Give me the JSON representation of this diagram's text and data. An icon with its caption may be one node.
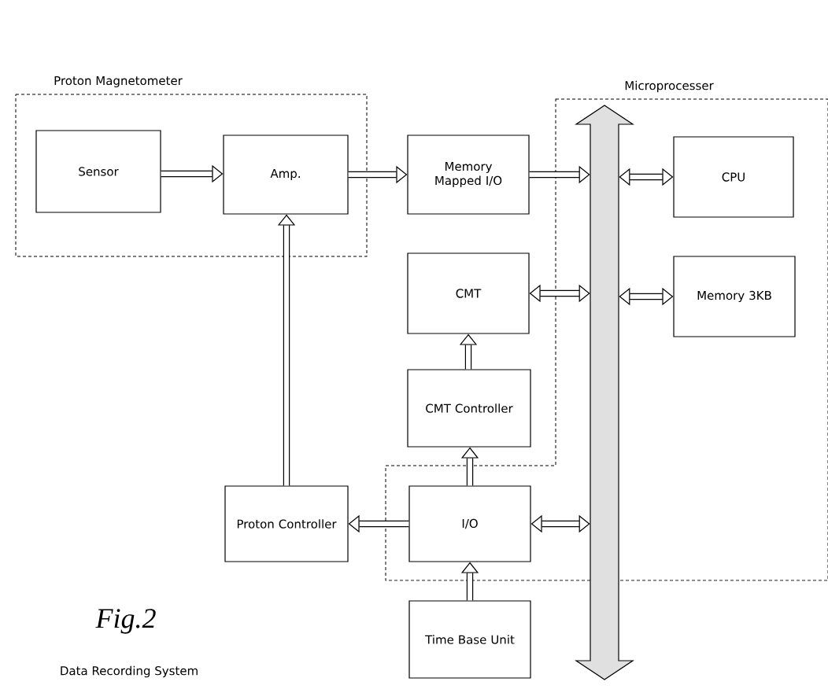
{
  "diagram": {
    "nodes": [
      {
        "text": [
          "Proton Magnetometer"
        ]
      },
      {
        "text": [
          "Sensor"
        ],
        "in": 0
      },
      {
        "text": [
          "Amp."
        ],
        "in": 0
      },
      {
        "text": [
          "Memory Mapped I/O"
        ]
      },
      {
        "text": [
          "Microprocesser"
        ]
      },
      {
        "text": [],
        "shape": "bar"
      },
      {
        "text": [
          "CPU"
        ],
        "in": 4
      },
      {
        "text": [
          "Memory 3KB"
        ],
        "in": 4
      },
      {
        "text": [
          "CMT"
        ]
      },
      {
        "text": [
          "CMT Controller"
        ]
      },
      {
        "text": [
          "Proton Controller"
        ]
      },
      {
        "text": [
          "I/O"
        ],
        "in": 4
      },
      {
        "text": [
          "Time Base Unit"
        ]
      }
    ],
    "edges": [
      {
        "from": 1,
        "to": 2,
        "arrow": "to"
      },
      {
        "from": 2,
        "to": 3,
        "arrow": "to"
      },
      {
        "from": 3,
        "to": 5,
        "arrow": "to"
      },
      {
        "from": 5,
        "to": 6,
        "arrow": "both"
      },
      {
        "from": 5,
        "to": 7,
        "arrow": "both"
      },
      {
        "from": 8,
        "to": 5,
        "arrow": "both"
      },
      {
        "from": 9,
        "to": 8,
        "arrow": "to"
      },
      {
        "from": 11,
        "to": 9,
        "arrow": "to"
      },
      {
        "from": 11,
        "to": 10,
        "arrow": "to"
      },
      {
        "from": 10,
        "to": 2,
        "arrow": "to"
      },
      {
        "from": 11,
        "to": 5,
        "arrow": "both"
      },
      {
        "from": 12,
        "to": 11,
        "arrow": "to"
      }
    ],
    "labels": [
      "Fig.2",
      "Data Recording System"
    ]
  }
}
